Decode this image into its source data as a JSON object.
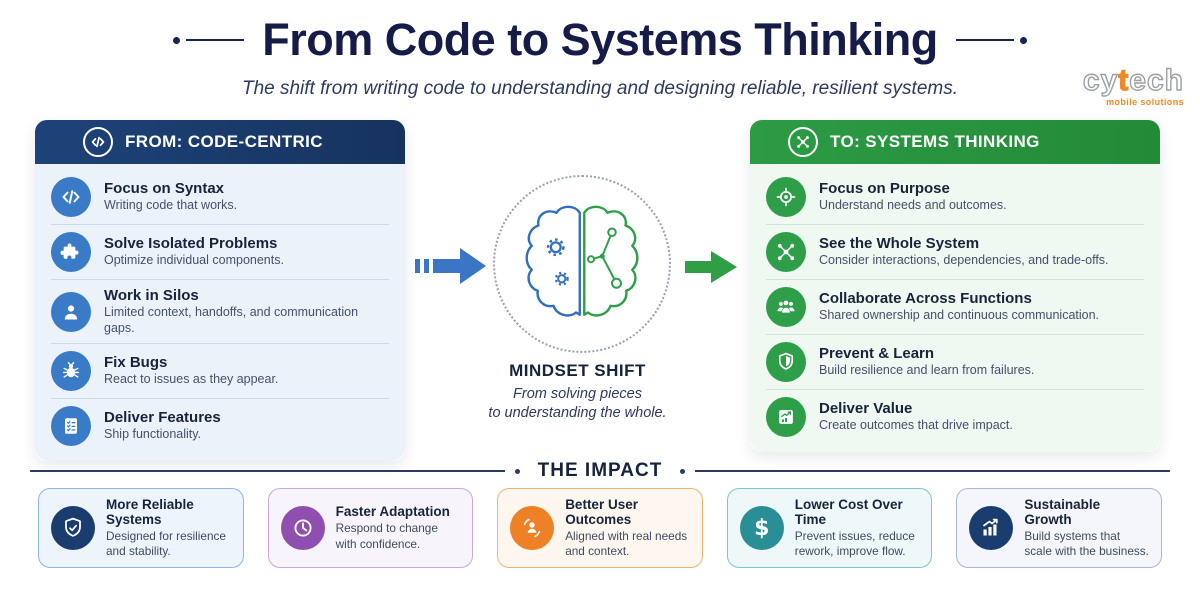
{
  "header": {
    "title": "From Code to Systems Thinking",
    "subtitle": "The shift from writing code to understanding and designing reliable, resilient systems.",
    "logo": {
      "part1": "cy",
      "accent": "t",
      "part2": "ech",
      "tagline": "mobile solutions"
    }
  },
  "from_panel": {
    "heading": "FROM: CODE-CENTRIC",
    "items": [
      {
        "icon": "code-icon",
        "title": "Focus on Syntax",
        "desc": "Writing code that works."
      },
      {
        "icon": "puzzle-icon",
        "title": "Solve Isolated Problems",
        "desc": "Optimize individual components."
      },
      {
        "icon": "person-icon",
        "title": "Work in Silos",
        "desc": "Limited context, handoffs, and communication gaps."
      },
      {
        "icon": "bug-icon",
        "title": "Fix Bugs",
        "desc": "React to issues as they appear."
      },
      {
        "icon": "checklist-icon",
        "title": "Deliver Features",
        "desc": "Ship functionality."
      }
    ]
  },
  "to_panel": {
    "heading": "TO: SYSTEMS THINKING",
    "items": [
      {
        "icon": "target-icon",
        "title": "Focus on Purpose",
        "desc": "Understand needs and outcomes."
      },
      {
        "icon": "network-icon",
        "title": "See the Whole System",
        "desc": "Consider interactions, dependencies, and trade-offs."
      },
      {
        "icon": "people-icon",
        "title": "Collaborate Across Functions",
        "desc": "Shared ownership and continuous communication."
      },
      {
        "icon": "shield-icon",
        "title": "Prevent & Learn",
        "desc": "Build resilience and learn from failures."
      },
      {
        "icon": "chart-icon",
        "title": "Deliver Value",
        "desc": "Create outcomes that drive impact."
      }
    ]
  },
  "center": {
    "label": "MINDSET SHIFT",
    "caption_line1": "From solving pieces",
    "caption_line2": "to understanding the whole."
  },
  "impact": {
    "heading": "THE IMPACT",
    "cards": [
      {
        "icon": "shield-check-icon",
        "title": "More Reliable Systems",
        "desc": "Designed for resilience and stability."
      },
      {
        "icon": "clock-icon",
        "title": "Faster Adaptation",
        "desc": "Respond to change with confidence."
      },
      {
        "icon": "user-focus-icon",
        "title": "Better User Outcomes",
        "desc": "Aligned with real needs and context."
      },
      {
        "icon": "dollar-icon",
        "title": "Lower Cost Over Time",
        "desc": "Prevent issues, reduce rework, improve flow.",
        "glyph": "$"
      },
      {
        "icon": "growth-chart-icon",
        "title": "Sustainable Growth",
        "desc": "Build systems that scale with the business."
      }
    ]
  },
  "colors": {
    "navy": "#1b3c6e",
    "blue": "#3a7bc8",
    "green": "#2a9240",
    "green_icon": "#2f9e49",
    "purple": "#8e4fae",
    "orange": "#ee8126",
    "teal": "#2a8e96",
    "arrow_blue": "#3a76c4",
    "arrow_green": "#2f9e44"
  }
}
